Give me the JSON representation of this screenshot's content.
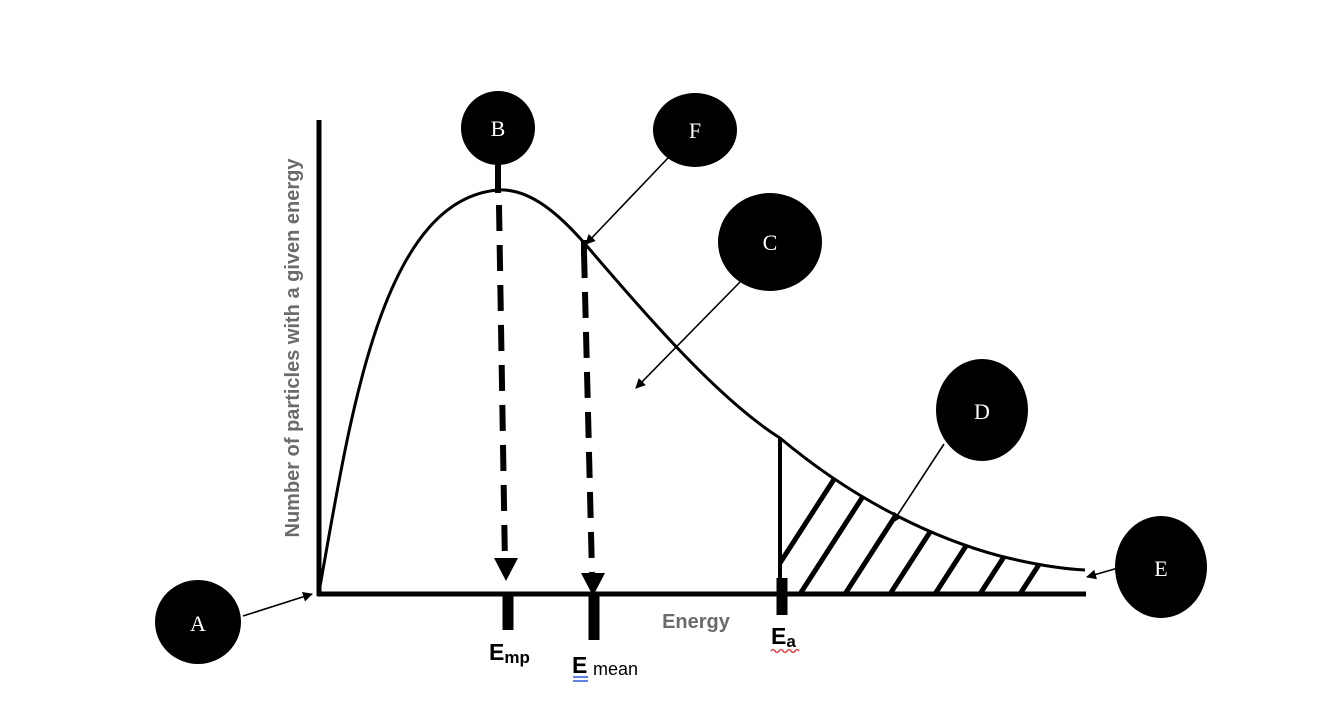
{
  "axes": {
    "y_label": "Number of particles with a given energy",
    "x_label": "Energy",
    "axis_color": "#000000",
    "label_color": "#6b6b6b"
  },
  "markers": {
    "emp": {
      "main": "E",
      "sub": "mp"
    },
    "emean": {
      "main": "E",
      "sub": "mean"
    },
    "ea": {
      "main": "E",
      "sub": "a"
    }
  },
  "callouts": [
    {
      "id": "A",
      "label": "A"
    },
    {
      "id": "B",
      "label": "B"
    },
    {
      "id": "C",
      "label": "C"
    },
    {
      "id": "D",
      "label": "D"
    },
    {
      "id": "E",
      "label": "E"
    },
    {
      "id": "F",
      "label": "F"
    }
  ],
  "colors": {
    "ink": "#000000",
    "callout_fill": "#000000",
    "callout_text": "#ffffff",
    "underline_blue": "#2b55d8",
    "squiggle_red": "#e02020"
  }
}
